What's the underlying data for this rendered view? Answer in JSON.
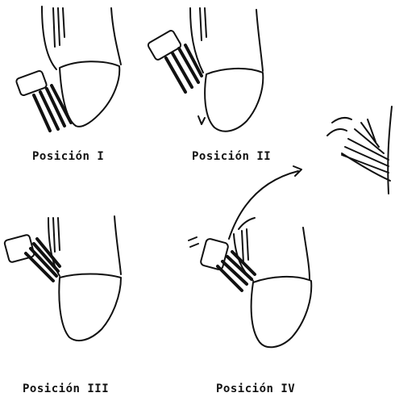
{
  "captions": {
    "pos1": "Posición I",
    "pos2": "Posición II",
    "pos3": "Posición III",
    "pos4": "Posición IV"
  },
  "colors": {
    "ink": "#111111",
    "paper": "#ffffff"
  }
}
